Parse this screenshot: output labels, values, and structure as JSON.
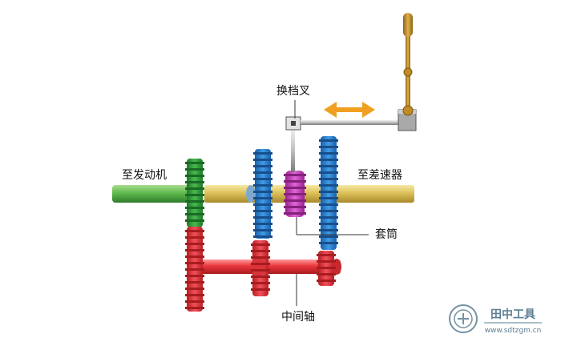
{
  "labels": {
    "engine": "至发动机",
    "differential": "至差速器",
    "shift_fork": "换档叉",
    "sleeve": "套筒",
    "countershaft": "中间轴"
  },
  "watermark": {
    "brand": "田中工具",
    "url": "www.sdtzgm.cn"
  },
  "colors": {
    "input_gear": "#2e9b3a",
    "input_shaft": "#55b84e",
    "countershaft_gear": "#e8353c",
    "output_gear": "#2f86d6",
    "output_shaft": "#d9bd55",
    "sleeve": "#cf3fc0",
    "fork": "#b8b8b8",
    "lever": "#c99530",
    "arrow": "#f0a020"
  },
  "icons": {
    "shift_arrow": "double-arrow-icon",
    "logo": "tianzhong-logo-icon"
  }
}
